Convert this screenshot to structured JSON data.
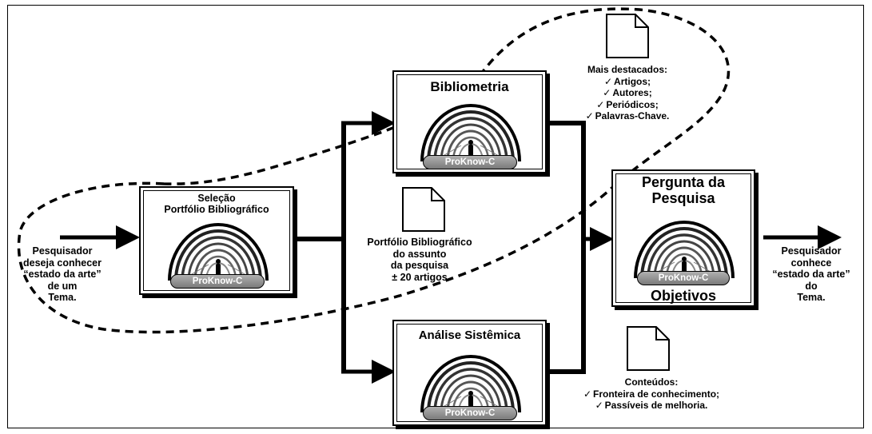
{
  "left_input": {
    "lines": [
      "Pesquisador",
      "deseja conhecer",
      "“estado da arte”",
      "de um",
      "Tema."
    ]
  },
  "selecao": {
    "title_lines": [
      "Seleção",
      "Portfólio Bibliográfico"
    ],
    "badge": "ProKnow-C"
  },
  "portfolio_doc": {
    "lines": [
      "Portfólio Bibliográfico",
      "do assunto",
      "da pesquisa",
      "± 20 artigos"
    ]
  },
  "bibliometria": {
    "title": "Bibliometria",
    "badge": "ProKnow-C"
  },
  "analise": {
    "title": "Análise Sistêmica",
    "badge": "ProKnow-C"
  },
  "destaques": {
    "heading": "Mais destacados:",
    "items": [
      "Artigos;",
      "Autores;",
      "Periódicos;",
      "Palavras-Chave."
    ]
  },
  "conteudos": {
    "heading": "Conteúdos:",
    "items": [
      "Fronteira de conhecimento;",
      "Passíveis de melhoria."
    ]
  },
  "pergunta": {
    "title_lines": [
      "Pergunta da",
      "Pesquisa"
    ],
    "badge": "ProKnow-C",
    "footer": "Objetivos"
  },
  "right_output": {
    "lines": [
      "Pesquisador",
      "conhece",
      "“estado da arte”",
      "do",
      "Tema."
    ]
  }
}
